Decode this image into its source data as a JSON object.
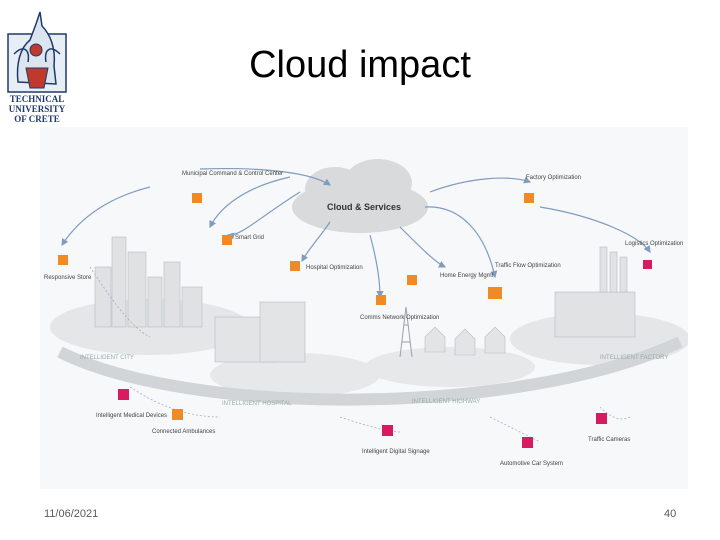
{
  "slide": {
    "title": "Cloud impact",
    "date": "11/06/2021",
    "page_number": "40"
  },
  "logo": {
    "lines": [
      "TECHNICAL",
      "UNIVERSITY",
      "OF CRETE"
    ],
    "icon": "winged-figure-emblem"
  },
  "diagram": {
    "cloud_label": "Cloud & Services",
    "nodes": [
      {
        "label": "Municipal Command & Control Center",
        "type": "orange"
      },
      {
        "label": "Smart Grid",
        "type": "orange"
      },
      {
        "label": "Hospital Optimization",
        "type": "orange"
      },
      {
        "label": "Factory Optimization",
        "type": "orange"
      },
      {
        "label": "Logistics Optimization",
        "type": "pink"
      },
      {
        "label": "Traffic Flow Optimization",
        "type": "orange"
      },
      {
        "label": "Home Energy Mgmt",
        "type": "orange"
      },
      {
        "label": "Comms Network Optimization",
        "type": "orange"
      },
      {
        "label": "Responsive Store",
        "type": "orange"
      },
      {
        "label": "Intelligent Medical Devices",
        "type": "pink"
      },
      {
        "label": "Connected Ambulances",
        "type": "orange"
      },
      {
        "label": "Intelligent Digital Signage",
        "type": "pink"
      },
      {
        "label": "Automotive Car System",
        "type": "pink"
      },
      {
        "label": "Traffic Cameras",
        "type": "pink"
      }
    ],
    "zones": [
      "INTELLIGENT CITY",
      "INTELLIGENT HOSPITAL",
      "INTELLIGENT HIGHWAY",
      "INTELLIGENT FACTORY"
    ],
    "colors": {
      "orange": "#f08a24",
      "pink": "#d81b60",
      "cloud": "#d8dadc",
      "arrow": "#7e9cc0"
    }
  }
}
